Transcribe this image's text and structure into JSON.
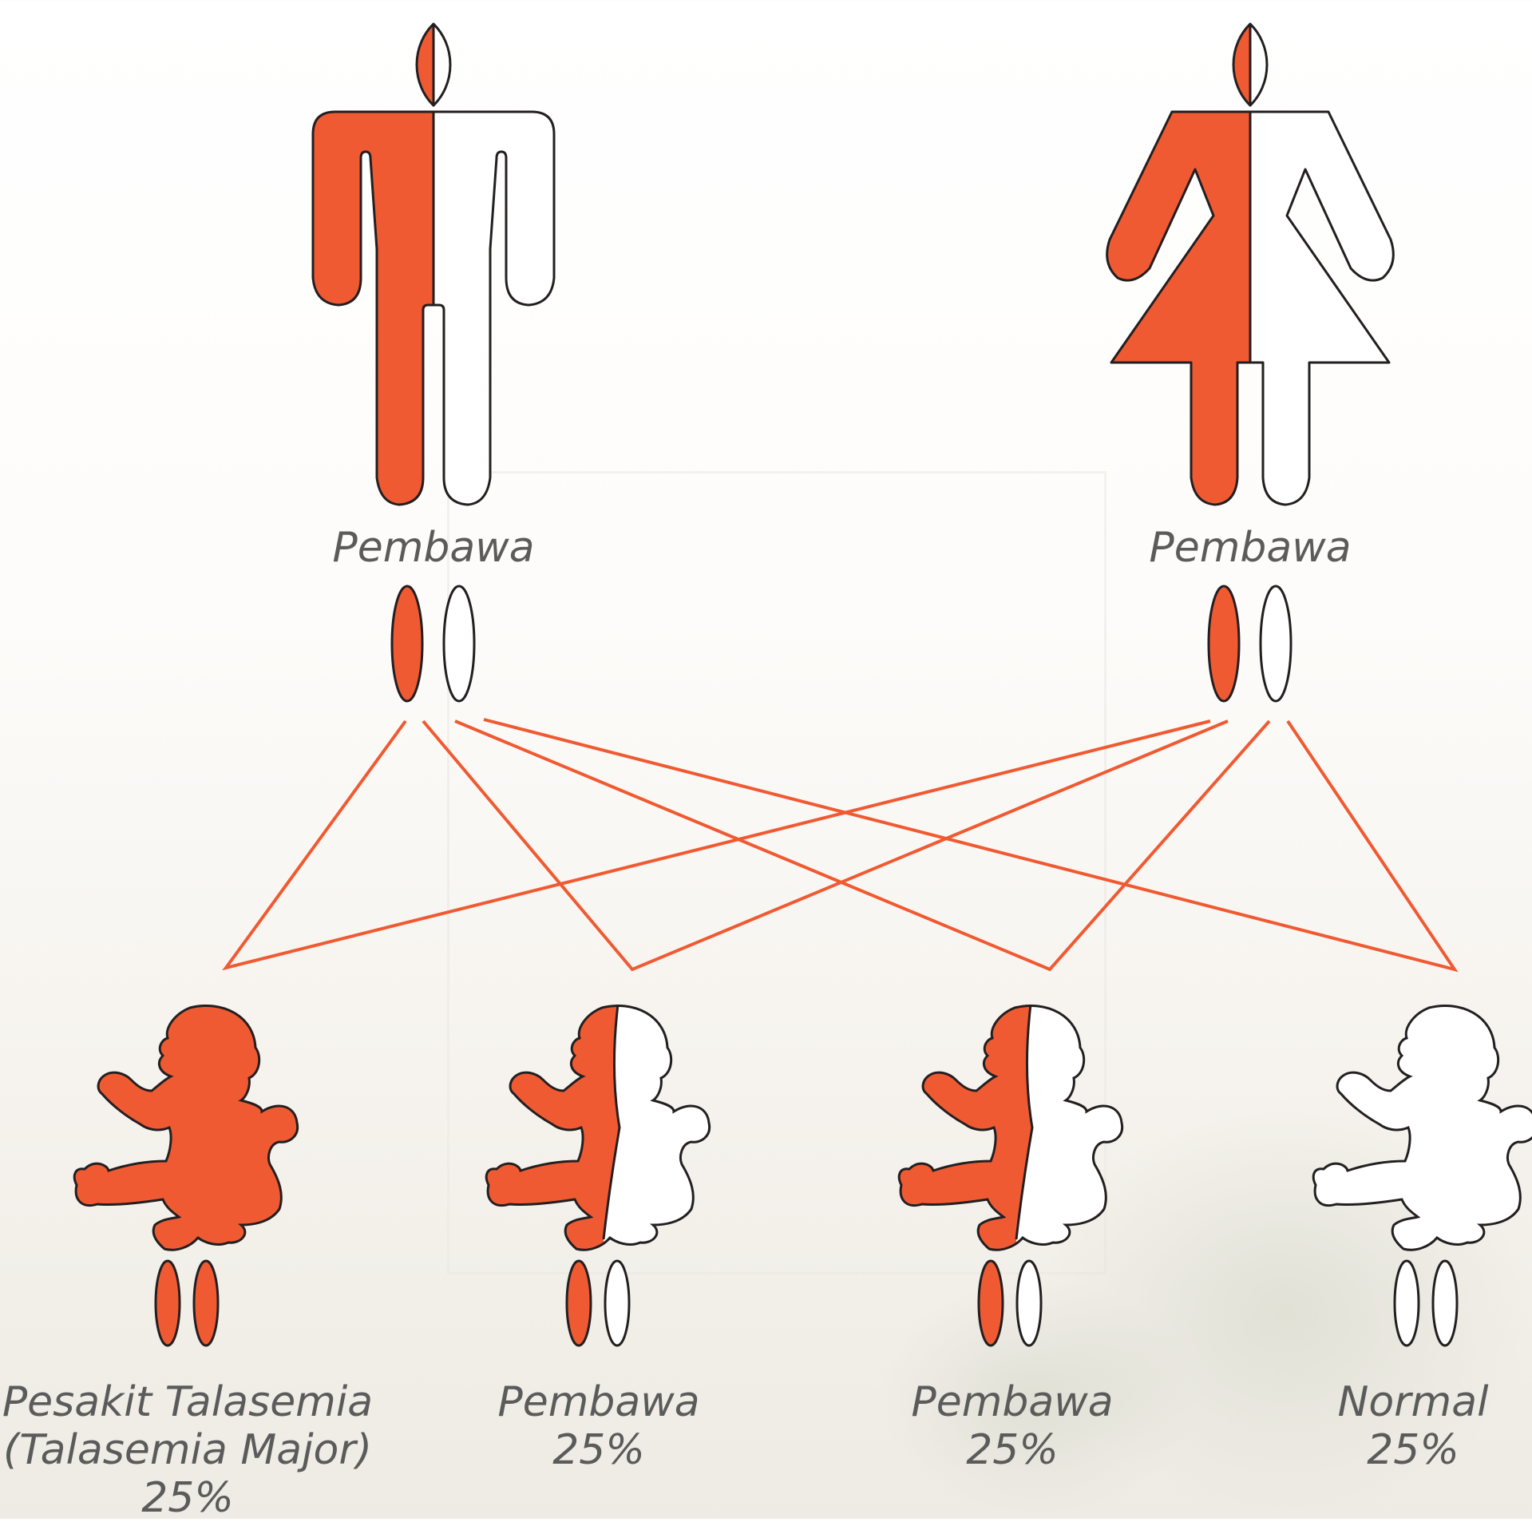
{
  "colors": {
    "carrier_fill": "#f05a32",
    "outline": "#231f20",
    "line": "#f05a32",
    "text": "#5b5b5b",
    "empty_fill": "#ffffff"
  },
  "parents": [
    {
      "role": "father",
      "label": "Pembawa"
    },
    {
      "role": "mother",
      "label": "Pembawa"
    }
  ],
  "children": [
    {
      "type": "affected",
      "label": "Pesakit Talasemia",
      "label2": "(Talasemia Major)",
      "percent": "25%"
    },
    {
      "type": "carrier",
      "label": "Pembawa",
      "percent": "25%"
    },
    {
      "type": "carrier",
      "label": "Pembawa",
      "percent": "25%"
    },
    {
      "type": "normal",
      "label": "Normal",
      "percent": "25%"
    }
  ]
}
